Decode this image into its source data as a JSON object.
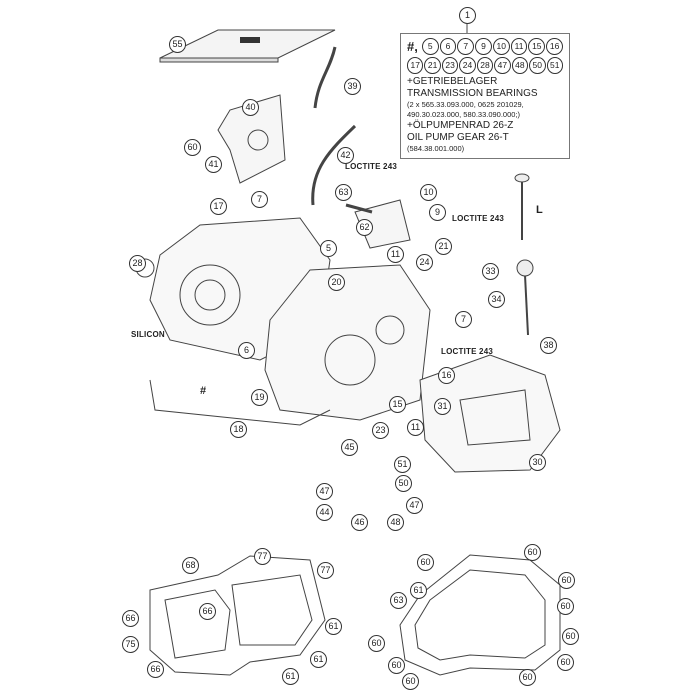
{
  "title_callout": "1",
  "info_box": {
    "hash": "#,",
    "row1": [
      "5",
      "6",
      "7",
      "9",
      "10",
      "11",
      "15",
      "16"
    ],
    "row2": [
      "17",
      "21",
      "23",
      "24",
      "28",
      "47",
      "48",
      "50",
      "51"
    ],
    "line1": "+GETRIEBELAGER",
    "line2": "TRANSMISSION BEARINGS",
    "line3": "(2 x 565.33.093.000, 0625 201029,",
    "line4": "490.30.023.000, 580.33.090.000;)",
    "line5": "+ÖLPUMPENRAD 26-Z",
    "line6": "OIL PUMP GEAR 26-T",
    "line7": "(584.38.001.000)"
  },
  "notes": {
    "loctite_1": "LOCTITE 243",
    "loctite_2": "LOCTITE 243",
    "loctite_3": "LOCTITE 243",
    "silicon": "SILICON",
    "length": "L",
    "hash": "#"
  },
  "callouts": [
    "55",
    "39",
    "40",
    "60",
    "41",
    "42",
    "7",
    "17",
    "63",
    "10",
    "9",
    "62",
    "11",
    "24",
    "21",
    "5",
    "28",
    "20",
    "33",
    "34",
    "7",
    "38",
    "6",
    "16",
    "19",
    "15",
    "31",
    "18",
    "23",
    "11",
    "30",
    "45",
    "51",
    "50",
    "47",
    "47",
    "44",
    "46",
    "48"
  ],
  "gasket_left_callouts": [
    "68",
    "77",
    "77",
    "66",
    "66",
    "75",
    "61",
    "66",
    "61",
    "61"
  ],
  "gasket_right_callouts": [
    "60",
    "60",
    "61",
    "63",
    "60",
    "60",
    "60",
    "60",
    "60",
    "60",
    "60",
    "60"
  ]
}
